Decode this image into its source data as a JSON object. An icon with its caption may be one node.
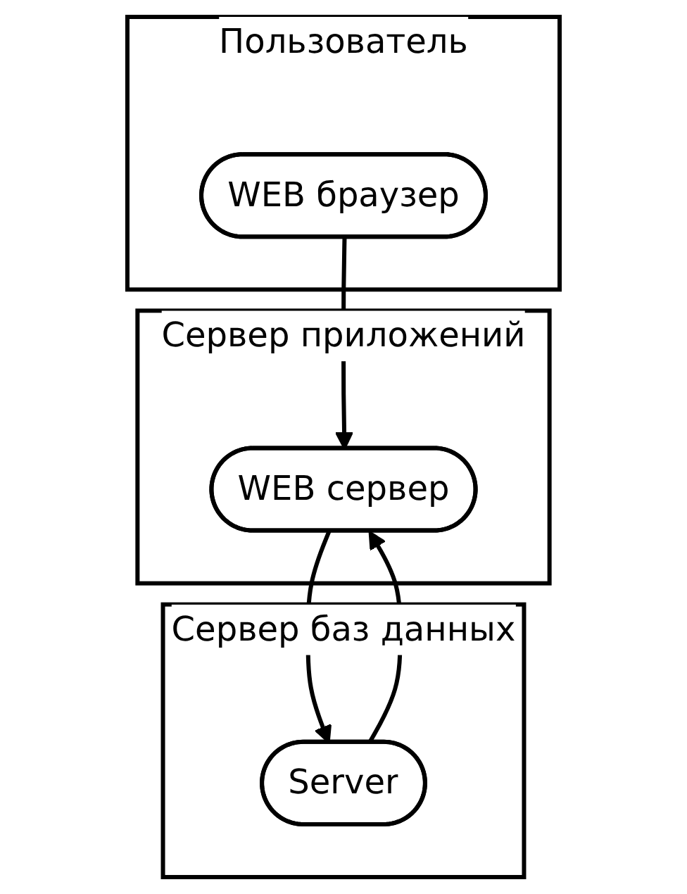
{
  "diagram": {
    "nodes": [
      {
        "text": [
          "Пользователь"
        ]
      },
      {
        "text": [
          "Сервер приложений"
        ]
      },
      {
        "text": [
          "Сервер баз данных"
        ]
      },
      {
        "text": [
          "WEB браузер"
        ],
        "in": 0
      },
      {
        "text": [
          "WEB сервер"
        ],
        "in": 1
      },
      {
        "text": [
          "Server"
        ],
        "in": 2
      }
    ],
    "edges": [
      {
        "from": 3,
        "to": 4,
        "arrow": "to"
      },
      {
        "from": 4,
        "to": 5,
        "arrow": "to"
      },
      {
        "from": 5,
        "to": 4,
        "arrow": "to"
      }
    ]
  }
}
